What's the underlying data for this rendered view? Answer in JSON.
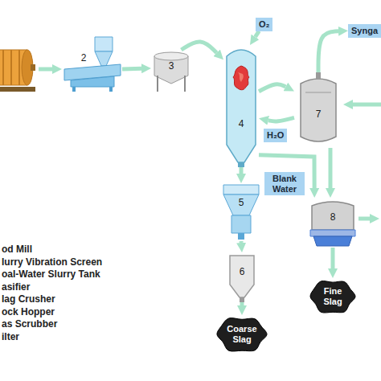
{
  "diagram": {
    "nodes": [
      {
        "text": [
          "O₂"
        ]
      },
      {
        "text": [
          "Synga"
        ]
      },
      {
        "text": [
          "2"
        ]
      },
      {
        "text": [
          "3"
        ]
      },
      {
        "text": [
          "4"
        ]
      },
      {
        "text": [
          "7"
        ]
      },
      {
        "text": [
          "H₂O"
        ]
      },
      {
        "text": [
          "Blank Water"
        ]
      },
      {
        "text": [
          "5"
        ]
      },
      {
        "text": [
          "8"
        ]
      },
      {
        "text": [
          "6"
        ]
      },
      {
        "text": [
          "Coarse Slag"
        ]
      },
      {
        "text": [
          "Fine Slag"
        ]
      }
    ],
    "edges": [
      {
        "from": 2,
        "to": 3,
        "arrow": "to"
      },
      {
        "from": 3,
        "to": 4,
        "arrow": "to"
      },
      {
        "from": 0,
        "to": 4,
        "arrow": "to"
      },
      {
        "from": 4,
        "to": 5,
        "arrow": "to"
      },
      {
        "from": 5,
        "to": 4,
        "arrow": "to"
      },
      {
        "from": 5,
        "to": 1,
        "arrow": "to"
      },
      {
        "from": 4,
        "to": 8,
        "arrow": "to"
      },
      {
        "from": 8,
        "to": 10,
        "arrow": "to"
      },
      {
        "from": 10,
        "to": 11,
        "arrow": "to"
      },
      {
        "from": 4,
        "to": 9,
        "arrow": "to"
      },
      {
        "from": 5,
        "to": 9,
        "arrow": "to"
      },
      {
        "from": 9,
        "to": 12,
        "arrow": "to"
      }
    ],
    "labels": [
      "od Mill",
      "lurry Vibration Screen",
      "oal-Water Slurry Tank",
      "asifier",
      "lag Crusher",
      "ock Hopper",
      "as Scrubber",
      "ilter"
    ]
  }
}
